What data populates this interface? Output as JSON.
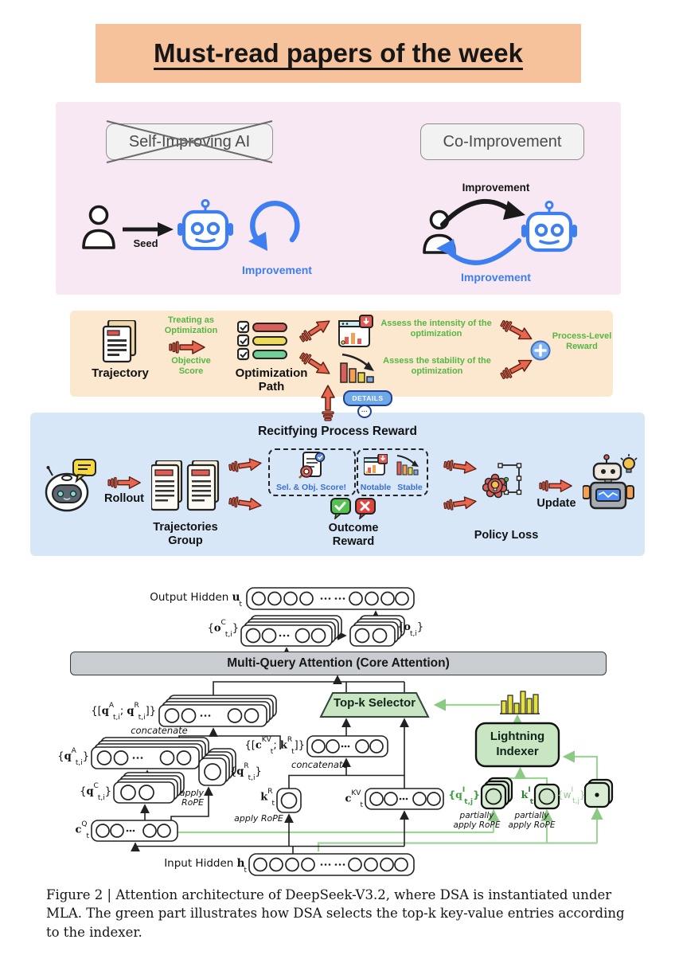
{
  "title": "Must-read papers of the week",
  "colors": {
    "banner": "#F6C29B",
    "panel-pink": "#F8E8F3",
    "panel-orange": "#FBE8CE",
    "panel-blue": "#D7E7F8",
    "green-text": "#56B645",
    "red-arrow": "#E8654F",
    "robot-blue": "#3D7EF0",
    "fig-green-fill": "#C9E6C3",
    "fig-green-line": "#9FD39A",
    "gray-bar": "#C9CCD1",
    "box-gray": "#F3F2F2"
  },
  "comparison": {
    "left_box": "Self-Improving AI",
    "right_box": "Co-Improvement",
    "seed": "Seed",
    "improvement_left": "Improvement",
    "improvement_top": "Improvement",
    "improvement_bottom": "Improvement"
  },
  "process": {
    "trajectory": "Trajectory",
    "treating": "Treating as Optimization",
    "objective": "Objective Score",
    "optimization_path": "Optimization Path",
    "assess_intensity": "Assess the intensity of the optimization",
    "assess_stability": "Assess the stability of the optimization",
    "process_reward": "Process-Level Reward",
    "details": "DETAILS",
    "details_more": "···"
  },
  "rl": {
    "title": "Recitfying Process Reward",
    "rollout": "Rollout",
    "trajectories_group": "Trajectories Group",
    "sel_obj_score": "Sel. & Obj. Score!",
    "notable": "Notable",
    "stable": "Stable",
    "outcome_reward": "Outcome Reward",
    "policy_loss": "Policy Loss",
    "update": "Update"
  },
  "figure": {
    "output_hidden": "Output Hidden <b>u</b><sub>t</sub>",
    "o_c": "{<b>o</b><sup>C</sup><sub>t,i</sub>}",
    "o": "{<b>o</b><sub>t,i</sub>}",
    "mqa": "Multi-Query Attention (Core Attention)",
    "q_ar": "{[<b>q</b><sup>A</sup><sub>t,i</sub>; <b>q</b><sup>R</sup><sub>t,i</sub>]}",
    "concatenate1": "concatenate",
    "q_a": "{<b>q</b><sup>A</sup><sub>t,i</sub>}",
    "q_c": "{<b>q</b><sup>C</sup><sub>t,i</sub>}",
    "q_r": "{<b>q</b><sup>R</sup><sub>t,i</sub>}",
    "apply_rope_q": "apply RoPE",
    "c_q": "<b>c</b><sup>Q</sup><sub>t</sub>",
    "ck_concat": "{[<b>c</b><sup>KV</sup><sub>t</sub>; <b>k</b><sup>R</sup><sub>t</sub>]}",
    "concatenate2": "concatenate",
    "k_r": "<b>k</b><sup>R</sup><sub>t</sub>",
    "apply_rope_k": "apply RoPE",
    "c_kv": "<b>c</b><sup>KV</sup><sub>t</sub>",
    "topk": "Top-k Selector",
    "indexer": "Lightning Indexer",
    "q_i": "{<b>q</b><sup>I</sup><sub>t,j</sub>}",
    "k_i": "<b>k</b><sup>I</sup><sub>t</sub>",
    "w_i": "{w<sup>I</sup><sub>t,j</sub>}",
    "partial_rope_q": "partially apply RoPE",
    "partial_rope_k": "partially apply RoPE",
    "input_hidden": "Input Hidden <b>h</b><sub>t</sub>"
  },
  "caption": "Figure 2 | Attention architecture of DeepSeek-V3.2, where DSA is instantiated under MLA. The green part illustrates how DSA selects the top-k key-value entries according to the indexer.",
  "icons": {
    "person-icon": "outlined person",
    "robot-icon": "blue robot face",
    "cycle-arrow-icon": "blue circular arrow",
    "curved-arrow-icon": "curved arc arrow",
    "document-icon": "paper with lines",
    "checklist-icon": "checkboxes with colored bars",
    "chart-download-icon": "chart window with download badge",
    "declining-chart-icon": "falling bars with arrow",
    "plus-circle-icon": "blue circle with plus",
    "details-badge": "pill labeled DETAILS",
    "chat-robot-icon": "robot head with speech bubble",
    "docs-stack-icon": "two stacked documents",
    "scroll-score-icon": "document with target and check",
    "check-bubble-icon": "green check speech bubble",
    "cross-bubble-icon": "red cross speech bubble",
    "policy-graph-icon": "brain bulb with node path",
    "update-robot-icon": "robot with lightbulb",
    "histogram-icon": "yellow histogram bars",
    "striped-arrow-icon": "red striped arrow"
  }
}
